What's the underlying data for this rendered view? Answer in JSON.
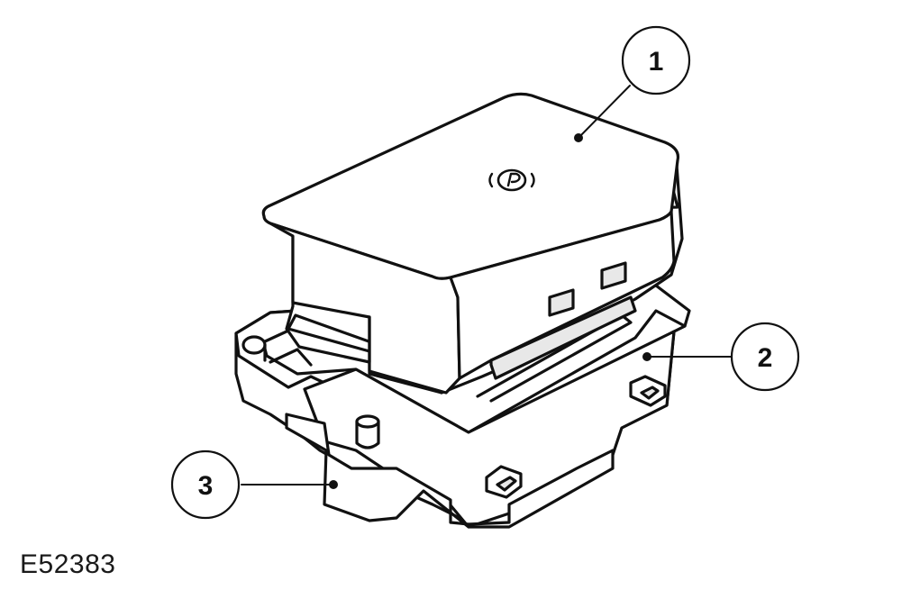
{
  "figure_id": "E52383",
  "callouts": [
    {
      "label": "1"
    },
    {
      "label": "2"
    },
    {
      "label": "3"
    }
  ],
  "button_icon": "parking-brake-p-icon",
  "colors": {
    "outline": "#111111",
    "fill": "#ffffff",
    "recess": "#e8e8e8",
    "background": "#ffffff"
  }
}
